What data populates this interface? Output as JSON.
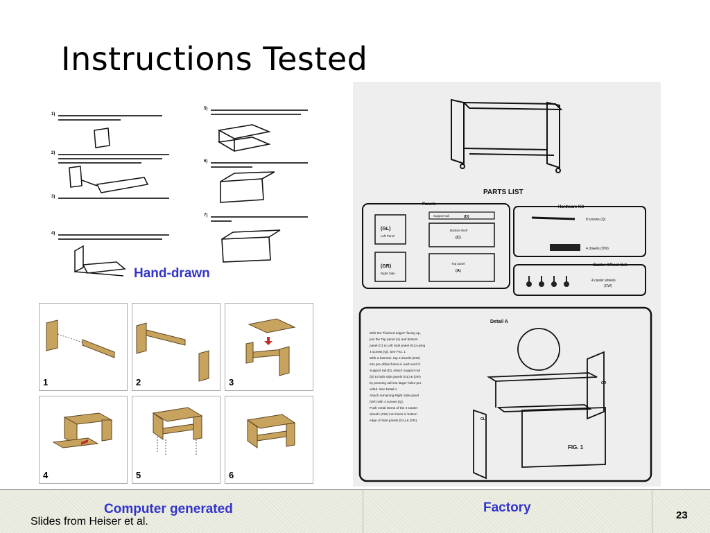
{
  "slide": {
    "title": "Instructions Tested",
    "credit": "Slides from Heiser et al.",
    "page_number": "23"
  },
  "hand_drawn": {
    "caption": "Hand-drawn",
    "steps": [
      "1)",
      "2)",
      "3)",
      "4)",
      "5)",
      "6)",
      "7)"
    ]
  },
  "computer_generated": {
    "caption": "Computer generated",
    "steps": [
      "1",
      "2",
      "3",
      "4",
      "5",
      "6"
    ]
  },
  "factory": {
    "caption": "Factory",
    "parts_list": "PARTS LIST",
    "panels_label": "Panels",
    "hardware_label": "Hardware Kit",
    "caster_label": "Caster Wheel Set",
    "support_rail": "Support rail",
    "support_rail_code": "(D)",
    "left_panel_code": "(GL)",
    "left_panel": "Left Panel",
    "right_panel_code": "(GR)",
    "right_panel": "Right Side",
    "bottom_shelf": "Bottom shelf",
    "bottom_shelf_code": "(C)",
    "top_panel": "Top panel",
    "top_panel_code": "(A)",
    "screws": "8 screws (Q)",
    "dowels": "4 dowels (DW)",
    "casters": "4 caster wheels",
    "casters_code": "(CW)",
    "detail_label": "Detail A",
    "fig_label": "FIG. 1",
    "instructions": [
      "With the \"finished edges\" facing up,",
      "join the Top panel (A) and Bottom",
      "panel (C) to Left Side panel (GL) using",
      "4 screws (Q). See FIG. 1",
      "With a hammer, tap 2 dowels (DW)",
      "into pre-drilled holes in each end of",
      "Support rail (D). Attach Support rail",
      "(D) to both side panels (GL) & (GR)",
      "by pressing rail into larger holes pro-",
      "vided. See Detail A",
      "Attach remaining Right Side panel",
      "(GR) with 4 screws (Q).",
      "Push metal stems of the 4 Caster",
      "wheels (CW) into holes in bottom",
      "edge of Side panels (GL) & (GR)."
    ]
  }
}
